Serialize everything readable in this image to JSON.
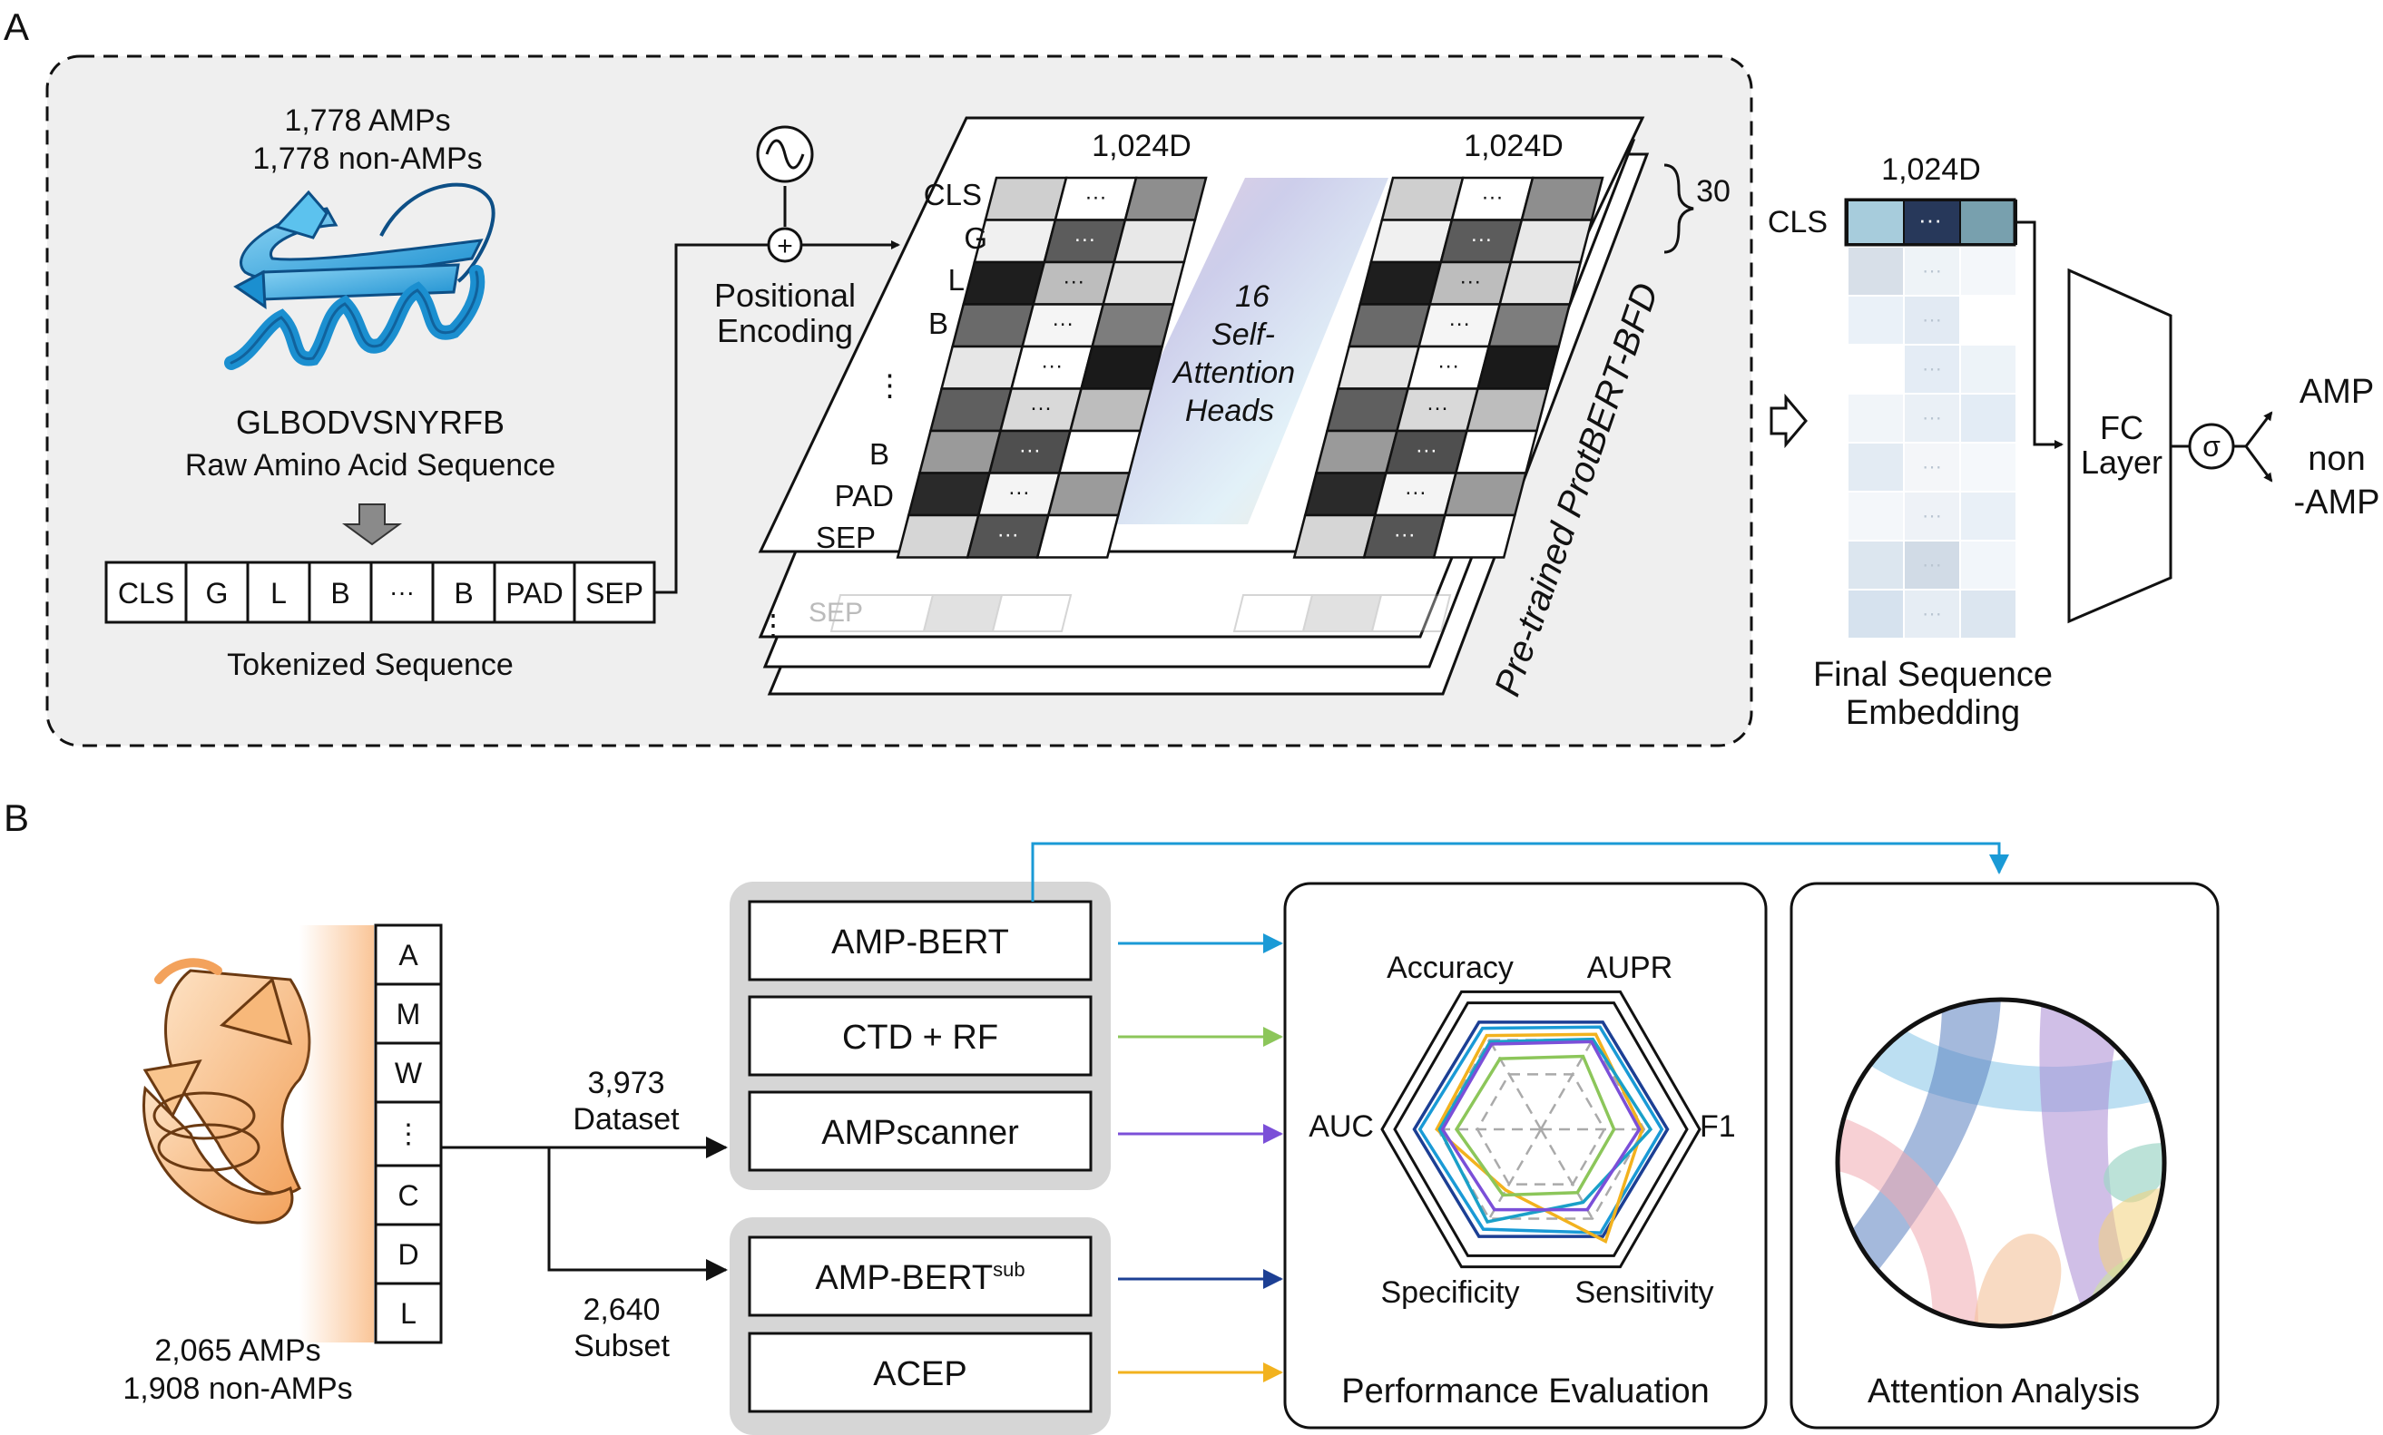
{
  "panel_a": {
    "label": "A",
    "dataset_line1": "1,778 AMPs",
    "dataset_line2": "1,778 non-AMPs",
    "sequence": "GLBODVSNYRFB",
    "raw_caption": "Raw Amino Acid Sequence",
    "tokens": [
      "CLS",
      "G",
      "L",
      "B",
      "···",
      "B",
      "PAD",
      "SEP"
    ],
    "tokenized_caption": "Tokenized Sequence",
    "pos_enc_line1": "Positional",
    "pos_enc_line2": "Encoding",
    "plus_symbol": "+",
    "matrix_dim_left": "1,024D",
    "matrix_dim_right": "1,024D",
    "row_labels": [
      "CLS",
      "G",
      "L",
      "B",
      "⋮",
      "B",
      "PAD",
      "SEP"
    ],
    "cell_dots": "···",
    "heads_lines": [
      "16",
      "Self-",
      "Attention",
      "Heads"
    ],
    "layers_count": "30",
    "faded_sep": "SEP",
    "layer_dots": "⋮",
    "model_name": "Pre-trained ProtBERT-BFD",
    "final_dim": "1,024D",
    "final_cls": "CLS",
    "final_caption_line1": "Final Sequence",
    "final_caption_line2": "Embedding",
    "fc_line1": "FC",
    "fc_line2": "Layer",
    "sigma": "σ",
    "out_amp": "AMP",
    "out_non_line1": "non",
    "out_non_line2": "-AMP"
  },
  "panel_b": {
    "label": "B",
    "seq_letters": [
      "A",
      "M",
      "W",
      "⋮",
      "C",
      "D",
      "L"
    ],
    "dataset_line1": "2,065 AMPs",
    "dataset_line2": "1,908 non-AMPs",
    "full_line1": "3,973",
    "full_line2": "Dataset",
    "sub_line1": "2,640",
    "sub_line2": "Subset",
    "models_full": [
      "AMP-BERT",
      "CTD + RF",
      "AMPscanner"
    ],
    "model_sub_base": "AMP-BERT",
    "model_sub_sup": "sub",
    "model_acep": "ACEP",
    "model_colors": {
      "AMP-BERT": "#1a9ad6",
      "CTD + RF": "#8cc65a",
      "AMPscanner": "#7b4fd8",
      "AMP-BERTsub": "#1c3f94",
      "ACEP": "#f2b21e"
    },
    "radar_axes": [
      "Accuracy",
      "AUPR",
      "F1",
      "Sensitivity",
      "Specificity",
      "AUC"
    ],
    "perf_caption": "Performance Evaluation",
    "attn_caption": "Attention Analysis"
  }
}
